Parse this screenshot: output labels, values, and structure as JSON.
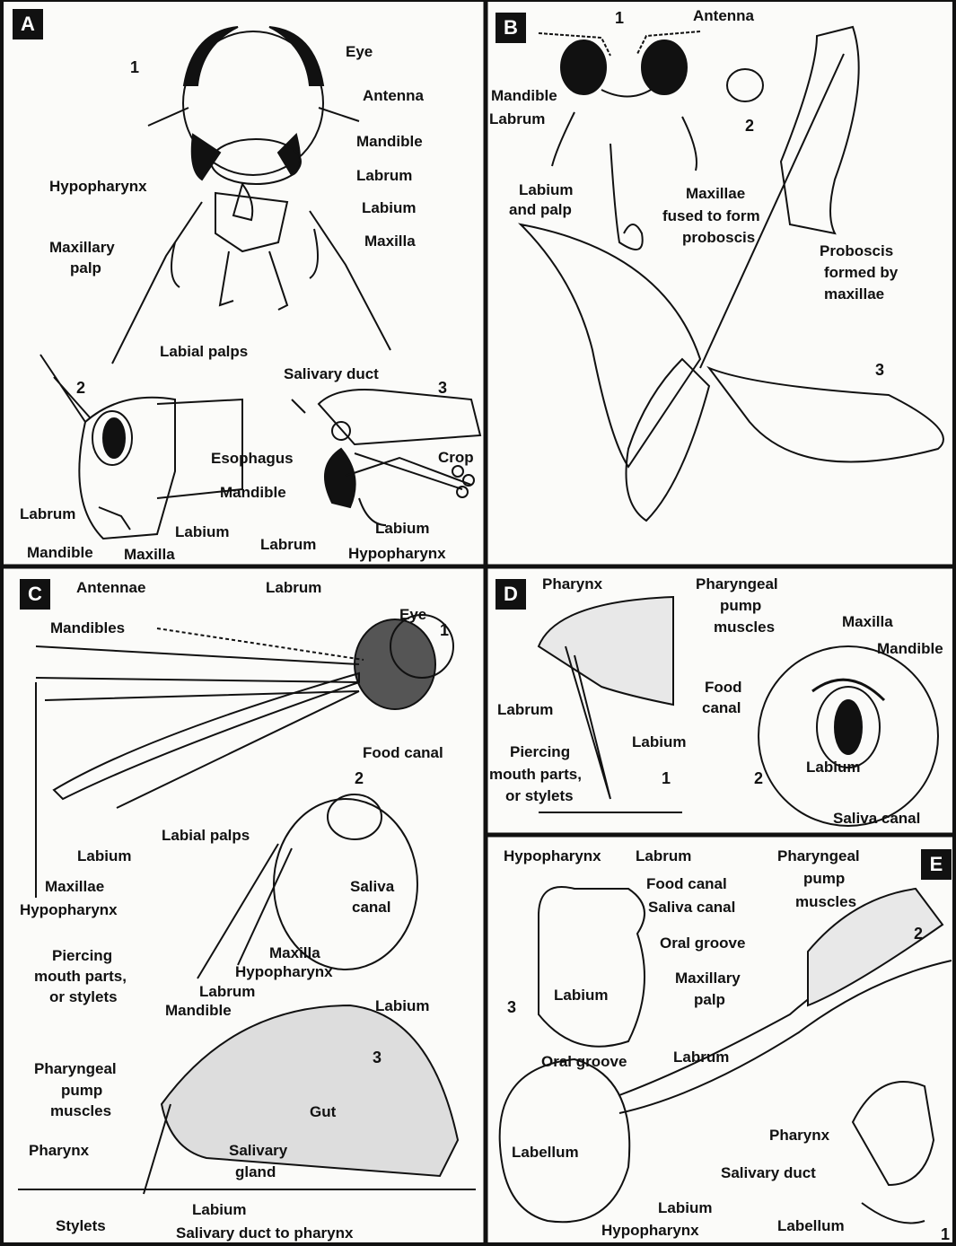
{
  "panels": {
    "A": {
      "badge": "A",
      "numbers": [
        "1",
        "2",
        "3"
      ],
      "labels": [
        "Eye",
        "Antenna",
        "Mandible",
        "Labrum",
        "Hypopharynx",
        "Labium",
        "Maxilla",
        "Maxillary",
        "palp",
        "Labial palps",
        "Salivary duct",
        "Esophagus",
        "Crop",
        "Mandible",
        "Labrum",
        "Mandible",
        "Maxilla",
        "Labium",
        "Labium",
        "Labrum",
        "Hypopharynx"
      ]
    },
    "B": {
      "badge": "B",
      "numbers": [
        "1",
        "2",
        "3"
      ],
      "labels": [
        "Antenna",
        "Mandible",
        "Labrum",
        "Labium",
        "and palp",
        "Maxillae",
        "fused to form",
        "proboscis",
        "Proboscis",
        "formed by",
        "maxillae"
      ]
    },
    "C": {
      "badge": "C",
      "numbers": [
        "1",
        "2",
        "3"
      ],
      "labels": [
        "Antennae",
        "Labrum",
        "Mandibles",
        "Eye",
        "Food canal",
        "Labium",
        "Labial palps",
        "Maxillae",
        "Hypopharynx",
        "Saliva",
        "canal",
        "Piercing",
        "mouth parts,",
        "or stylets",
        "Maxilla",
        "Hypopharynx",
        "Labrum",
        "Mandible",
        "Labium",
        "Pharyngeal",
        "pump",
        "muscles",
        "Gut",
        "Pharynx",
        "Salivary",
        "gland",
        "Labium",
        "Stylets",
        "Salivary duct to pharynx"
      ]
    },
    "D": {
      "badge": "D",
      "numbers": [
        "1",
        "2"
      ],
      "labels": [
        "Pharynx",
        "Pharyngeal",
        "pump",
        "muscles",
        "Maxilla",
        "Mandible",
        "Food",
        "canal",
        "Labrum",
        "Labium",
        "Labium",
        "Piercing",
        "mouth parts,",
        "or stylets",
        "Saliva canal"
      ]
    },
    "E": {
      "badge": "E",
      "numbers": [
        "3",
        "2",
        "1"
      ],
      "labels": [
        "Hypopharynx",
        "Labrum",
        "Pharyngeal",
        "pump",
        "muscles",
        "Food canal",
        "Saliva canal",
        "Oral groove",
        "Labium",
        "Maxillary",
        "palp",
        "Oral groove",
        "Labrum",
        "Labellum",
        "Pharynx",
        "Salivary duct",
        "Labium",
        "Hypopharynx",
        "Labellum"
      ]
    }
  }
}
